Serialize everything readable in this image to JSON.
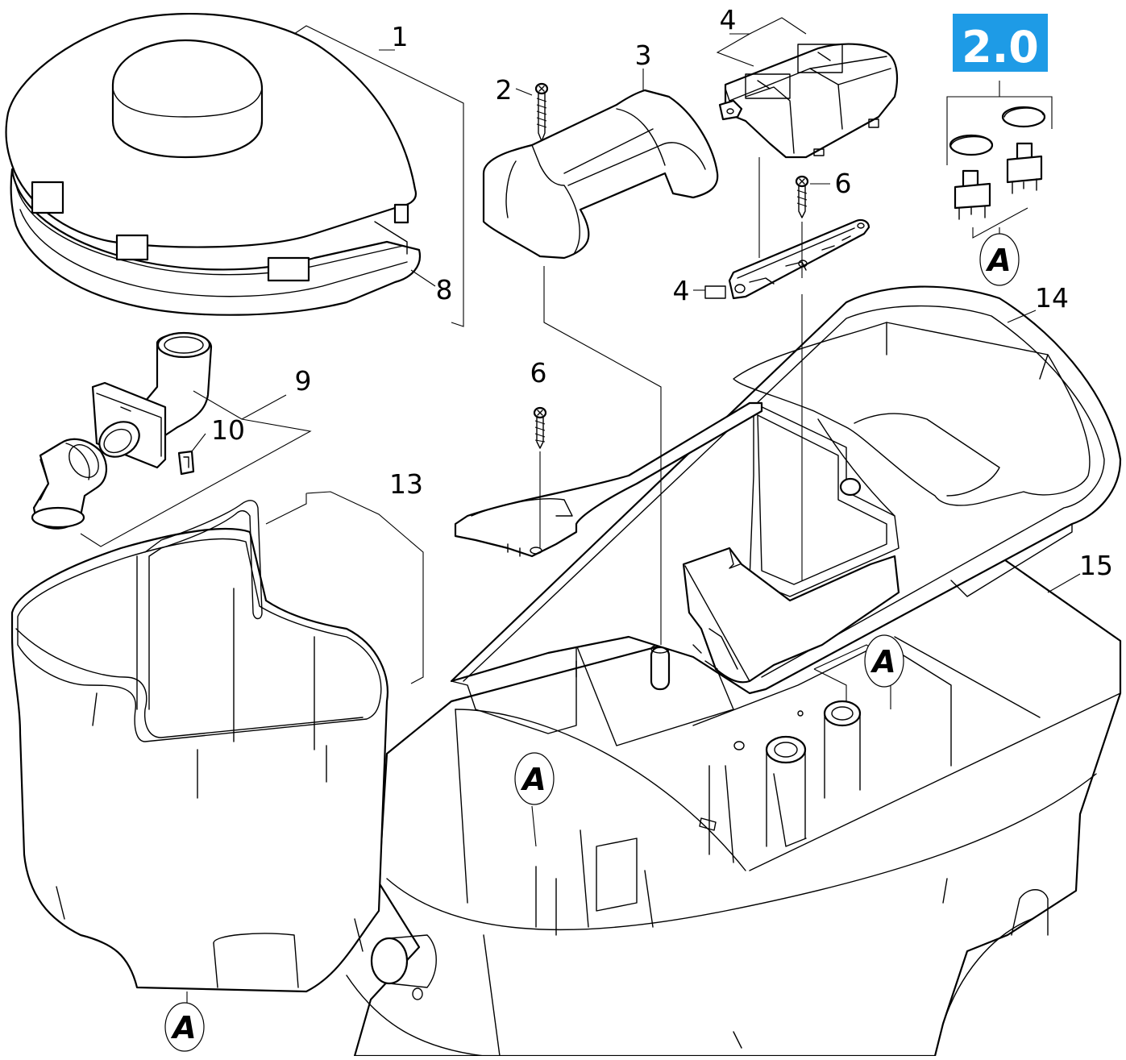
{
  "diagram": {
    "version_badge": {
      "text": "2.0",
      "color": "#1e9be6"
    },
    "ref_marker_text": "A",
    "callouts": [
      {
        "id": "1",
        "label": "1"
      },
      {
        "id": "2",
        "label": "2"
      },
      {
        "id": "3",
        "label": "3"
      },
      {
        "id": "4a",
        "label": "4"
      },
      {
        "id": "4b",
        "label": "4"
      },
      {
        "id": "6a",
        "label": "6"
      },
      {
        "id": "6b",
        "label": "6"
      },
      {
        "id": "8",
        "label": "8"
      },
      {
        "id": "9",
        "label": "9"
      },
      {
        "id": "10",
        "label": "10"
      },
      {
        "id": "13",
        "label": "13"
      },
      {
        "id": "14",
        "label": "14"
      },
      {
        "id": "15",
        "label": "15"
      }
    ]
  }
}
